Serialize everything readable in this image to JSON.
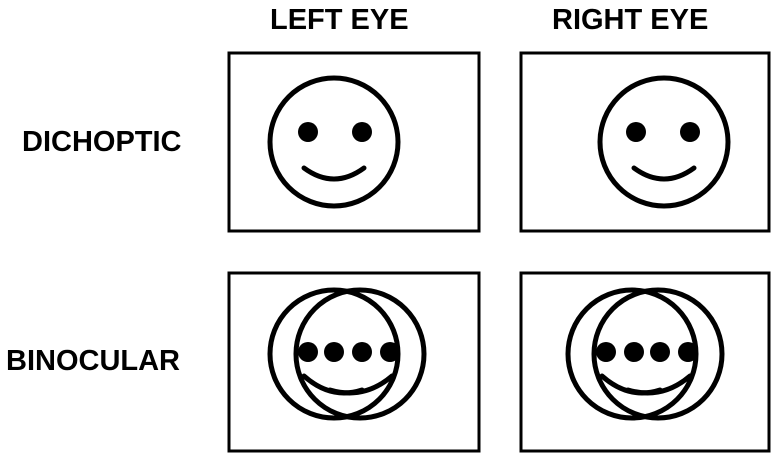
{
  "columns": {
    "left_eye": "LEFT EYE",
    "right_eye": "RIGHT EYE"
  },
  "rows": {
    "dichoptic": "DICHOPTIC",
    "binocular": "BINOCULAR"
  },
  "colors": {
    "stroke": "#000000",
    "background": "#ffffff"
  },
  "panels": [
    {
      "row": "dichoptic",
      "eye": "left",
      "content": "single-smiley",
      "face_shift": "left"
    },
    {
      "row": "dichoptic",
      "eye": "right",
      "content": "single-smiley",
      "face_shift": "right"
    },
    {
      "row": "binocular",
      "eye": "left",
      "content": "overlapping-smileys"
    },
    {
      "row": "binocular",
      "eye": "right",
      "content": "overlapping-smileys"
    }
  ]
}
